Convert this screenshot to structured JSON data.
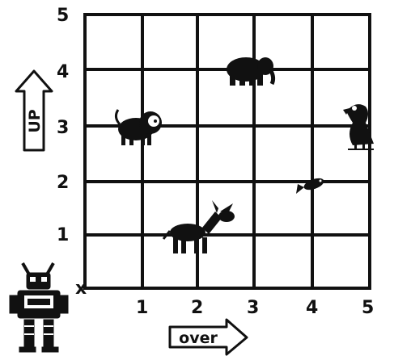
{
  "grid": {
    "x_ticks": [
      "1",
      "2",
      "3",
      "4",
      "5"
    ],
    "y_ticks": [
      "1",
      "2",
      "3",
      "4",
      "5"
    ],
    "origin_label": "x",
    "x_range": [
      0,
      5
    ],
    "y_range": [
      0,
      5
    ]
  },
  "arrows": {
    "up_label": "UP",
    "over_label": "over"
  },
  "animals": [
    {
      "name": "lion",
      "x": 1,
      "y": 3
    },
    {
      "name": "elephant",
      "x": 3,
      "y": 4
    },
    {
      "name": "eagle",
      "x": 5,
      "y": 3
    },
    {
      "name": "fish",
      "x": 4,
      "y": 2
    },
    {
      "name": "donkey",
      "x": 2,
      "y": 1
    }
  ],
  "colors": {
    "ink": "#111111",
    "paper": "#ffffff"
  }
}
